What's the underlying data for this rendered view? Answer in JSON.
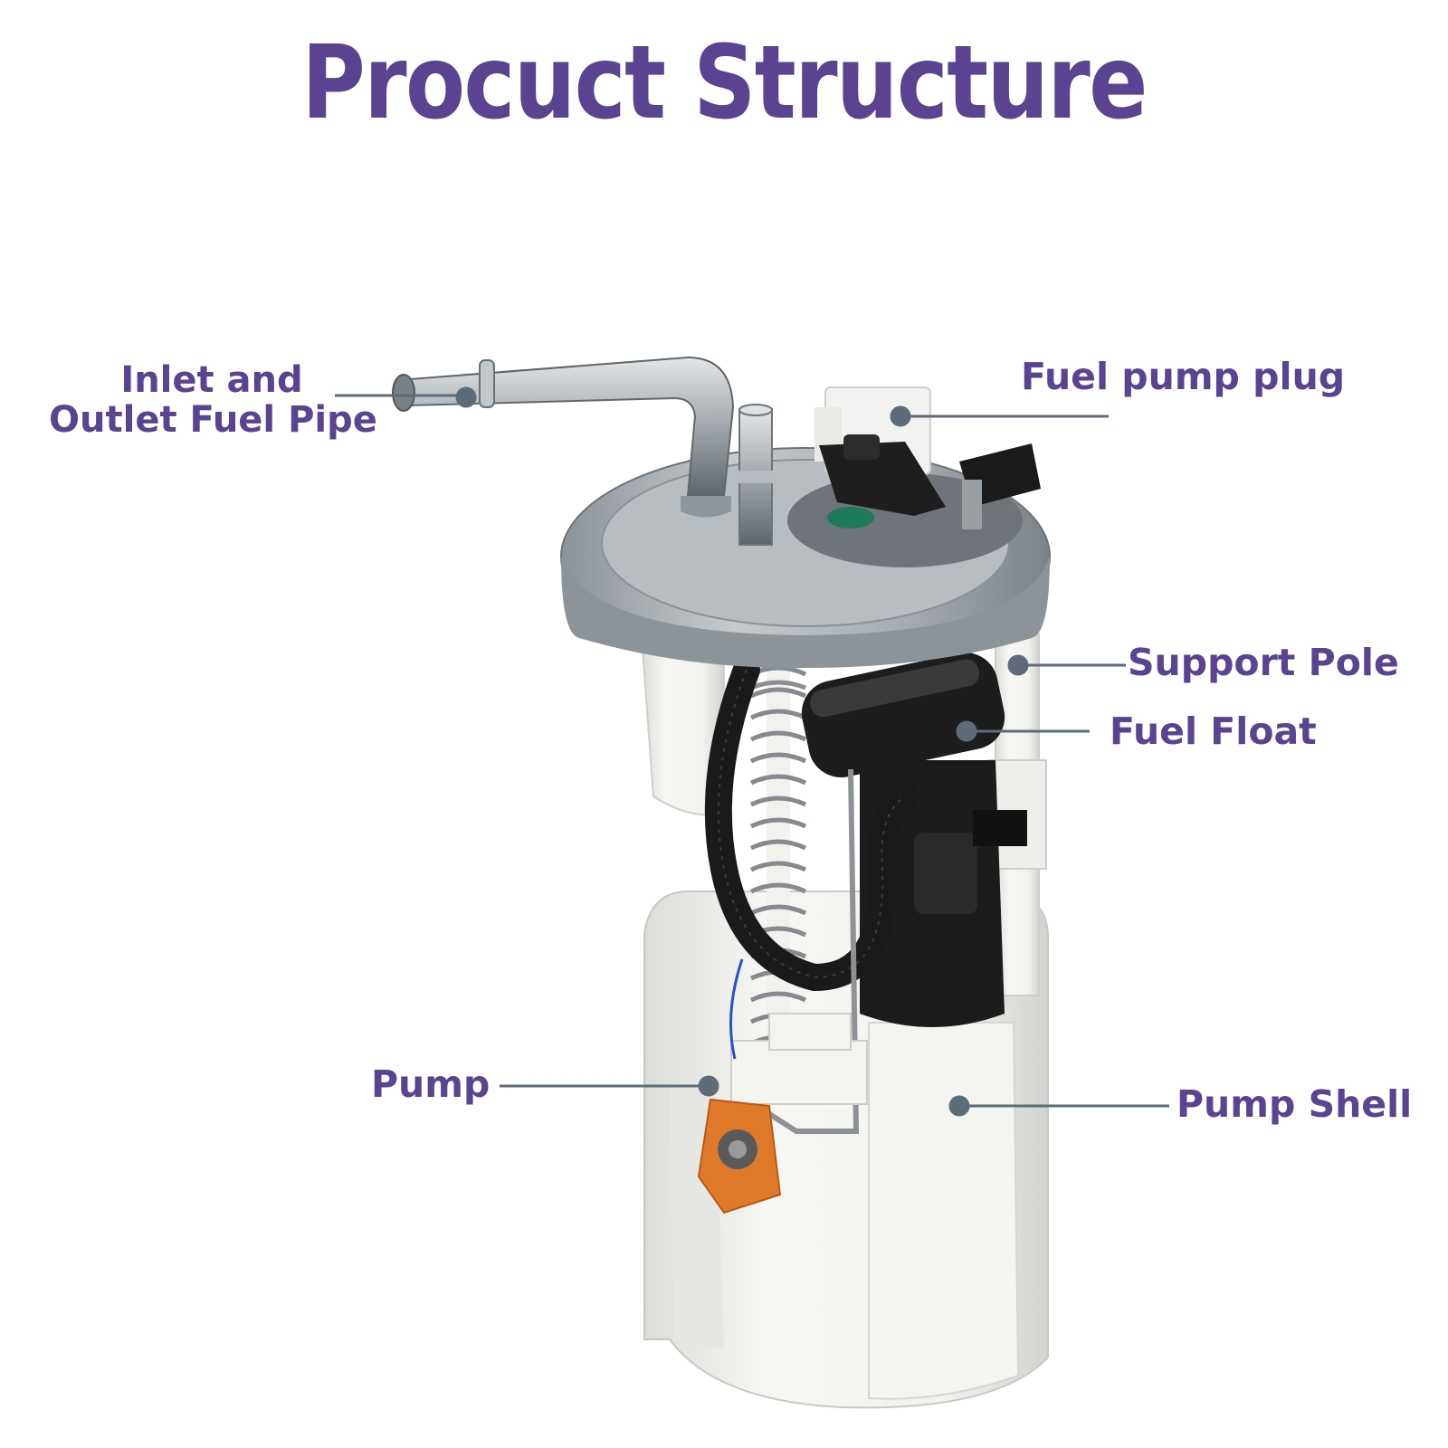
{
  "title": "Procuct Structure",
  "colors": {
    "title": "#5a4390",
    "label": "#5a4390",
    "leader": "#5e6b78"
  },
  "labels": {
    "inlet_line1": "Inlet and",
    "inlet_line2": "Outlet Fuel Pipe",
    "plug": "Fuel pump plug",
    "pole": "Support Pole",
    "float": "Fuel Float",
    "pump": "Pump",
    "shell": "Pump Shell"
  }
}
